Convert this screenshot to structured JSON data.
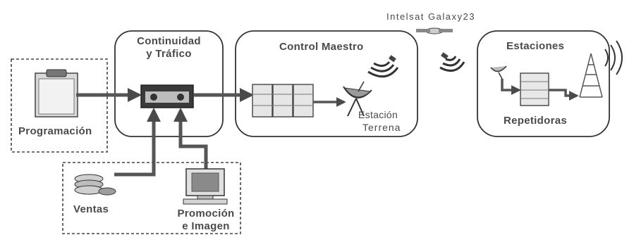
{
  "satellite": {
    "label": "Intelsat Galaxy23"
  },
  "programacion": {
    "label": "Programación"
  },
  "continuidad": {
    "label_line1": "Continuidad",
    "label_line2": "y Tráfico"
  },
  "control_maestro": {
    "label": "Control Maestro",
    "estacion_line1": "Estación",
    "estacion_line2": "Terrena"
  },
  "estaciones": {
    "label_top": "Estaciones",
    "label_bottom": "Repetidoras"
  },
  "ventas": {
    "label": "Ventas"
  },
  "promocion": {
    "label_line1": "Promoción",
    "label_line2": "e Imagen"
  },
  "colors": {
    "arrow": "#555555",
    "stroke": "#333333",
    "background": "#ffffff"
  }
}
